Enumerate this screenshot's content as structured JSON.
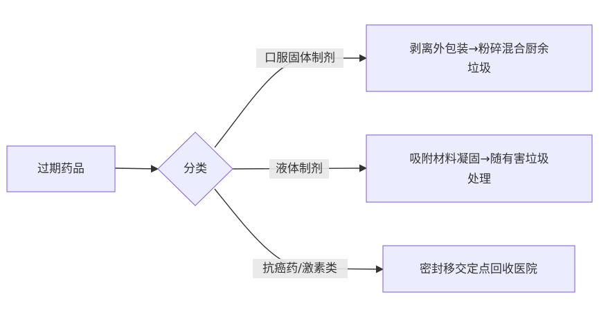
{
  "nodes": {
    "start": {
      "label": "过期药品"
    },
    "decision": {
      "label": "分类"
    },
    "oral": {
      "line1": "剥离外包装→粉碎混合厨余",
      "line2": "垃圾"
    },
    "liquid": {
      "line1": "吸附材料凝固→随有害垃圾",
      "line2": "处理"
    },
    "special": {
      "label": "密封移交定点回收医院"
    }
  },
  "edges": {
    "oral": {
      "label": "口服固体制剂"
    },
    "liquid": {
      "label": "液体制剂"
    },
    "special": {
      "label": "抗癌药/激素类"
    }
  },
  "colors": {
    "node_fill": "#ececff",
    "node_stroke": "#9370db",
    "edge": "#333333",
    "label_bg": "#e8e8e8"
  }
}
